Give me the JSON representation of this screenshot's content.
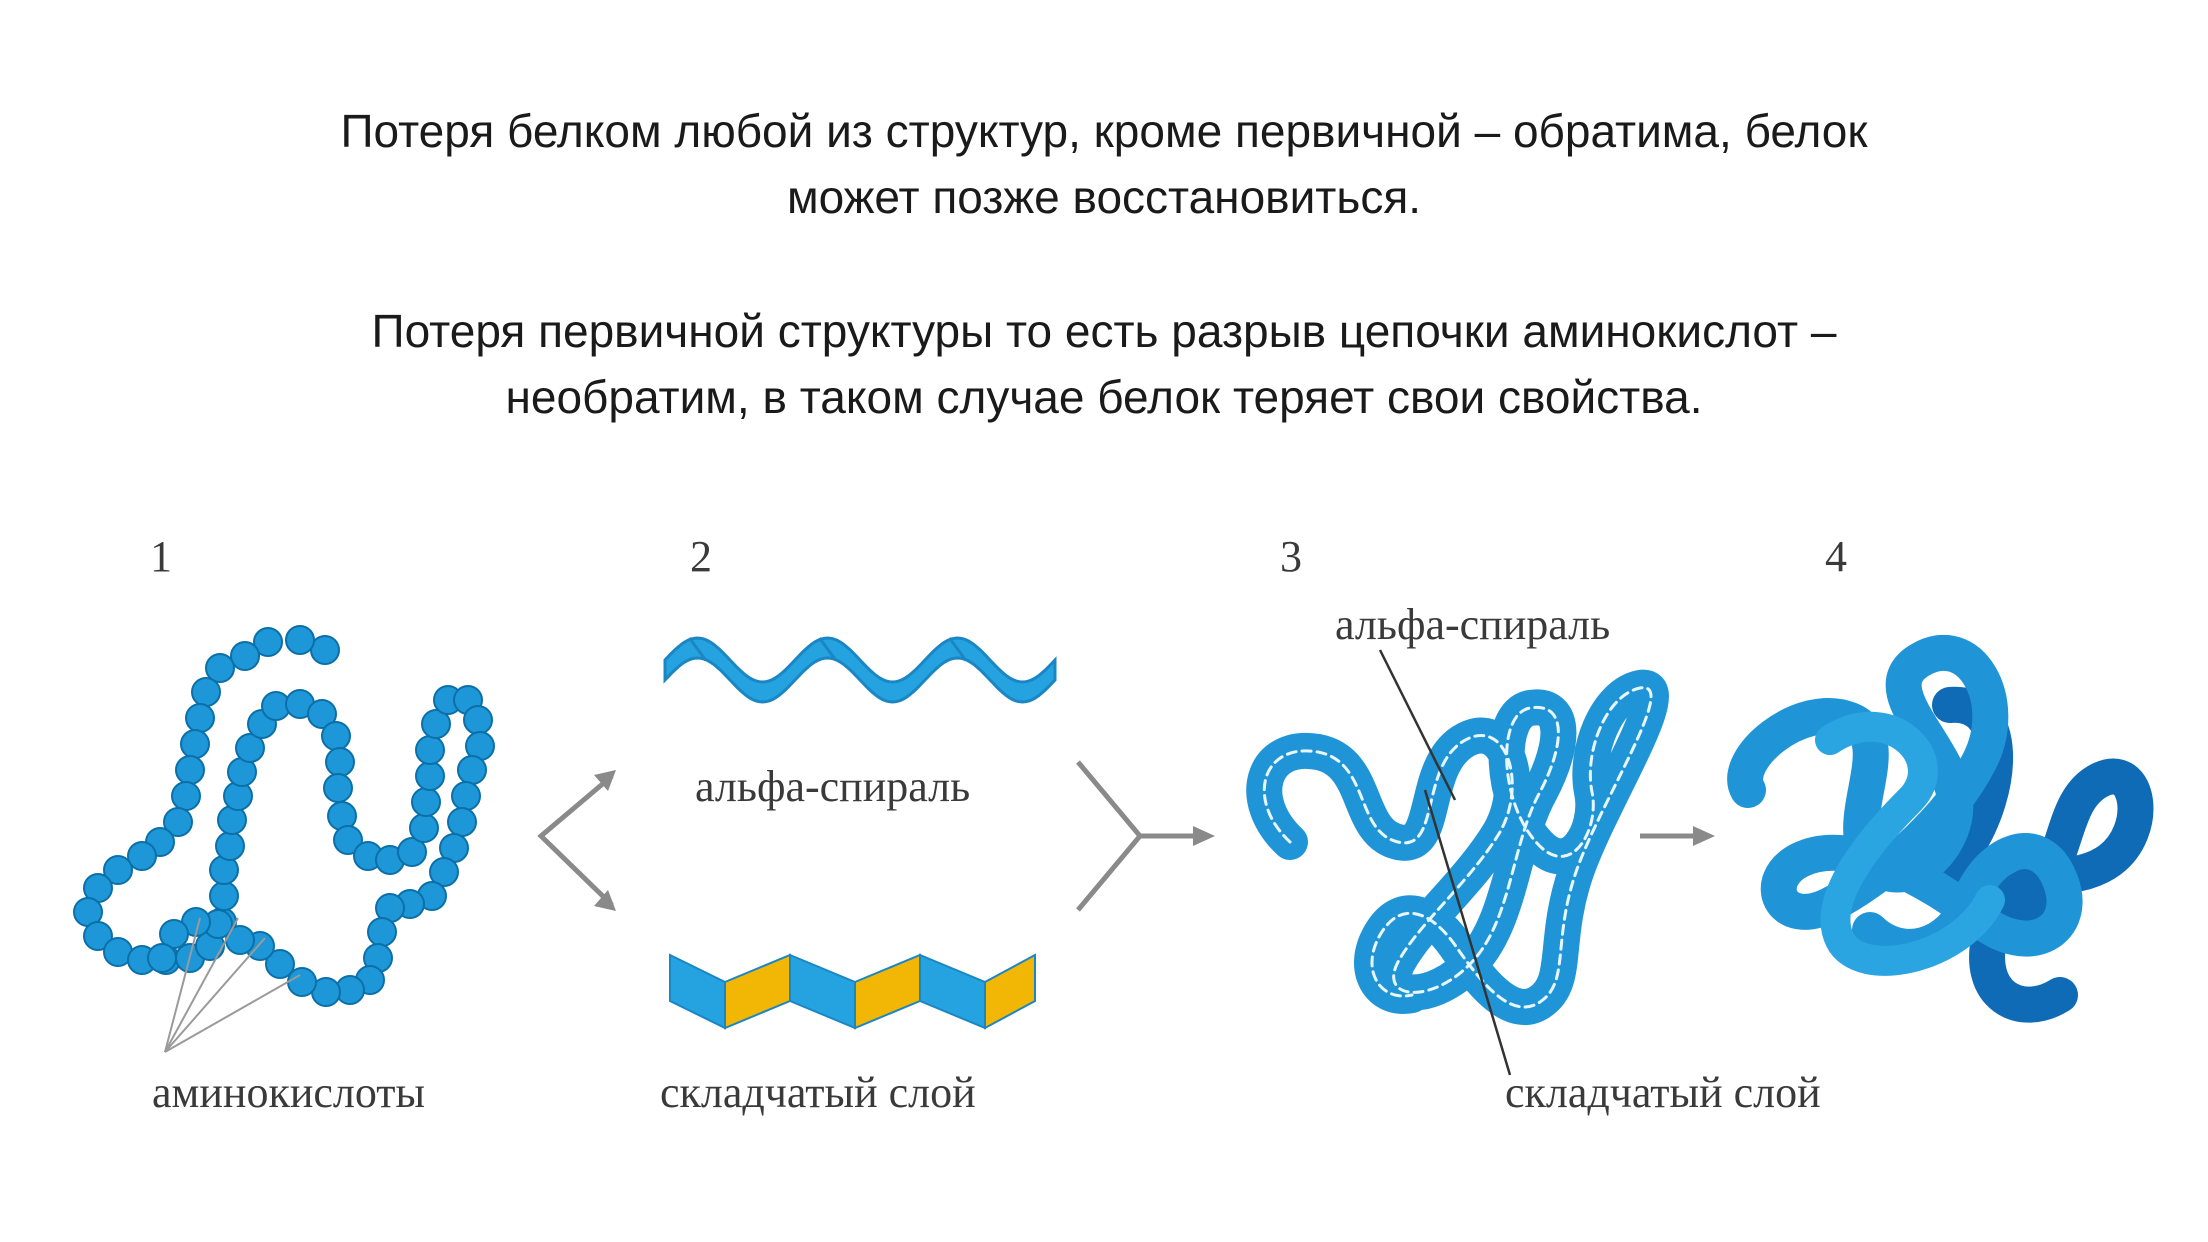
{
  "text": {
    "line1": "Потеря белком любой из структур, кроме первичной – обратима, белок",
    "line2": "может позже восстановиться.",
    "line3": "Потеря первичной структуры то есть разрыв цепочки аминокислот –",
    "line4": "необратим, в таком случае белок теряет свои свойства."
  },
  "figure": {
    "numbers": [
      "1",
      "2",
      "3",
      "4"
    ],
    "labels": {
      "amino_acids": "аминокислоты",
      "alpha_helix_center": "альфа-спираль",
      "pleated_sheet_center": "складчатый слой",
      "alpha_helix_tertiary": "альфа-спираль",
      "pleated_sheet_tertiary": "складчатый слой"
    },
    "colors": {
      "bead": "#1d97d8",
      "bead_outline": "#0b6fa8",
      "ribbon": "#25a3e0",
      "ribbon_dark": "#1b86c4",
      "sheet_yellow": "#f2b705",
      "tube": "#1f95d7",
      "tube_dark": "#0f6bb6",
      "arrow": "#8a8a8a",
      "leader": "#9a9a9a"
    }
  }
}
